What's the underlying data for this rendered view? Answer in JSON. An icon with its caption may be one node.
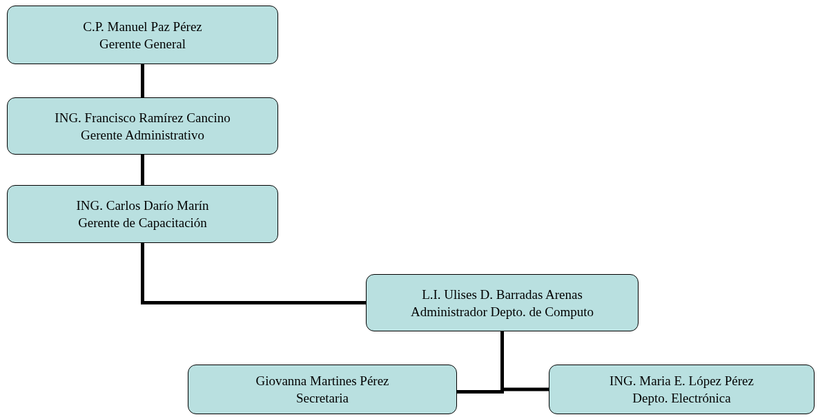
{
  "diagram": {
    "nodes": [
      {
        "text": [
          "C.P. Manuel Paz Pérez",
          "Gerente General"
        ]
      },
      {
        "text": [
          "ING. Francisco Ramírez Cancino",
          "Gerente Administrativo"
        ]
      },
      {
        "text": [
          "ING. Carlos Darío Marín",
          "Gerente de Capacitación"
        ]
      },
      {
        "text": [
          "L.I. Ulises D. Barradas Arenas",
          "Administrador Depto. de Computo"
        ]
      },
      {
        "text": [
          "Giovanna Martines Pérez",
          "Secretaria"
        ]
      },
      {
        "text": [
          "ING. Maria E. López Pérez",
          "Depto. Electrónica"
        ]
      }
    ],
    "edges": [
      {
        "from": 0,
        "to": 1,
        "arrow": "none"
      },
      {
        "from": 1,
        "to": 2,
        "arrow": "none"
      },
      {
        "from": 2,
        "to": 3,
        "arrow": "none"
      },
      {
        "from": 3,
        "to": 4,
        "arrow": "none"
      },
      {
        "from": 3,
        "to": 5,
        "arrow": "none"
      }
    ]
  }
}
